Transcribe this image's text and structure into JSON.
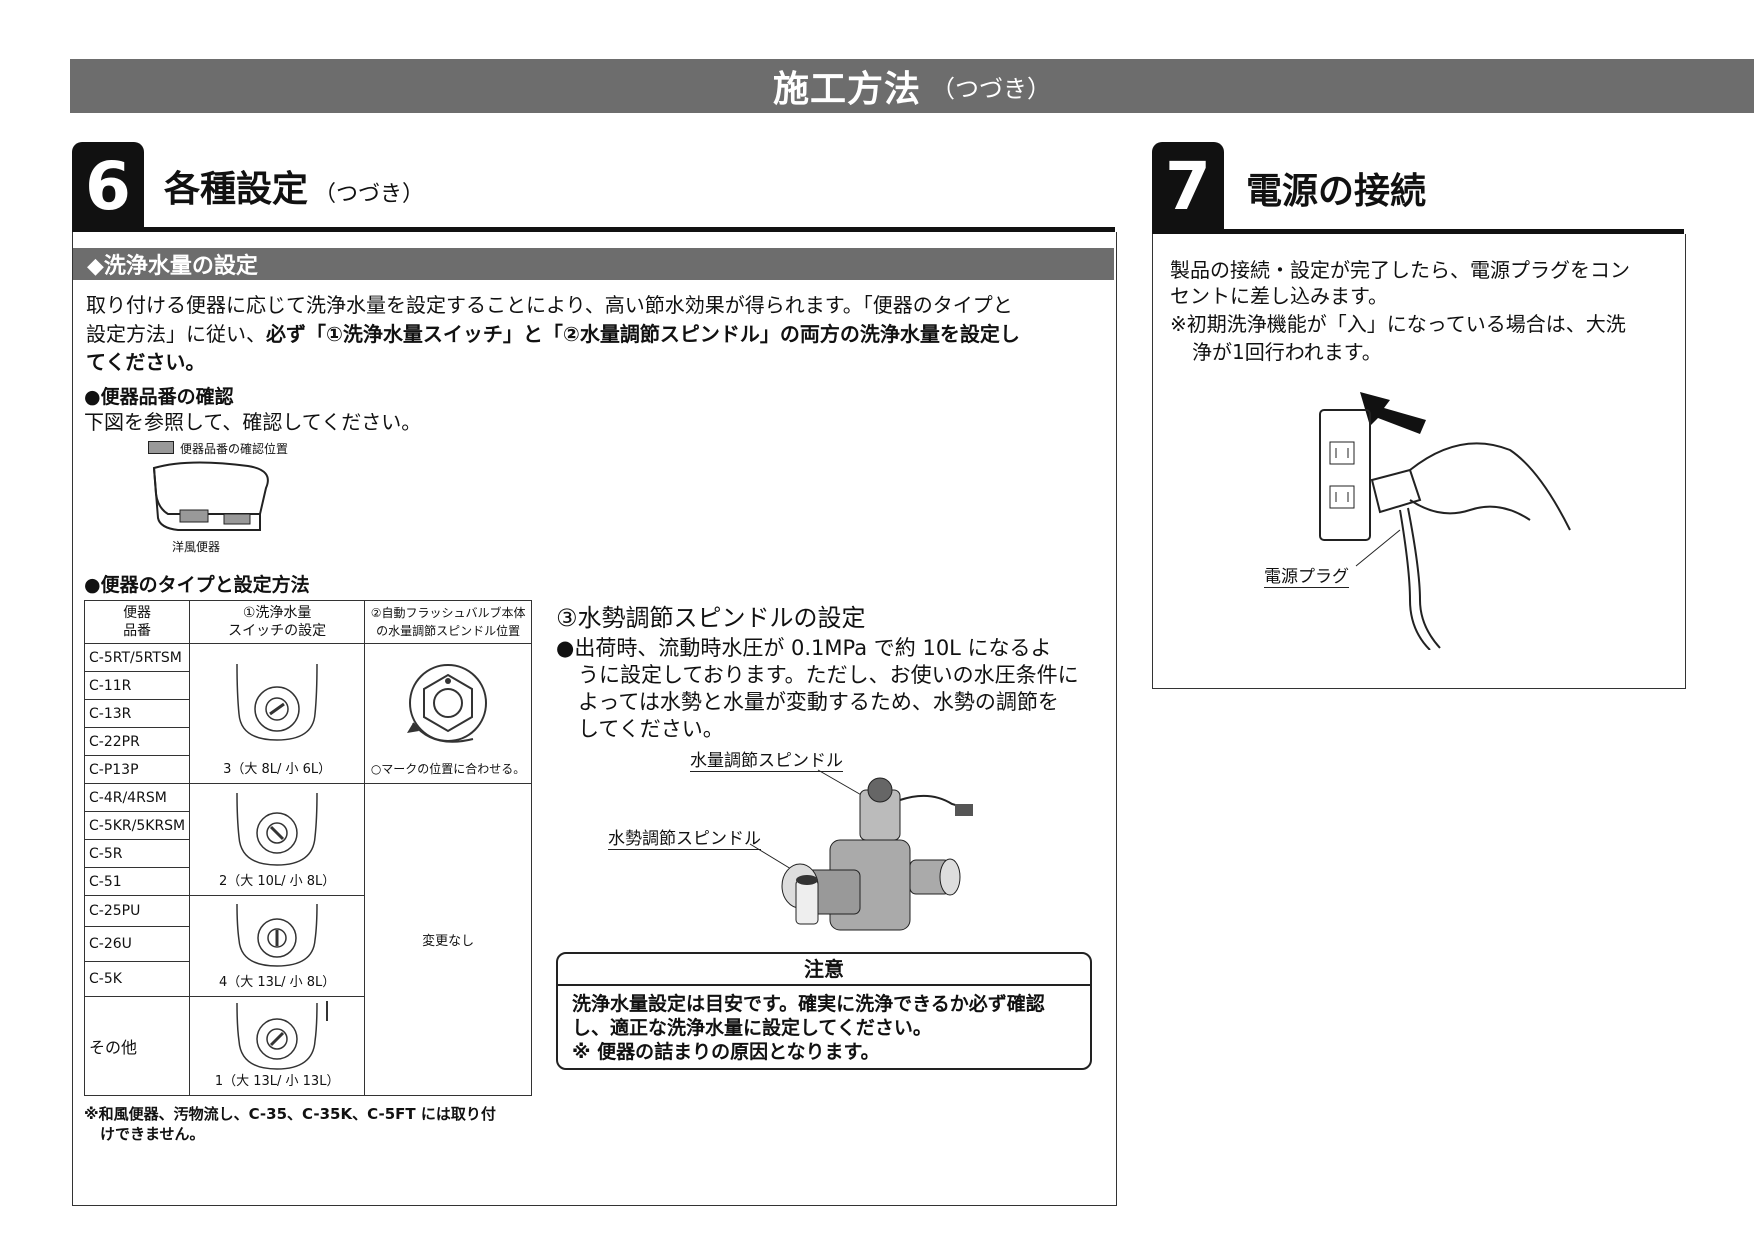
{
  "header": {
    "title": "施工方法",
    "subtitle": "（つづき）"
  },
  "section6": {
    "number": "6",
    "title": "各種設定",
    "subtitle": "（つづき）",
    "bar": "◆洗浄水量の設定",
    "intro_line1": "取り付ける便器に応じて洗浄水量を設定することにより、高い節水効果が得られます。「便器のタイプと",
    "intro_line2_normal": "設定方法」に従い、",
    "intro_line2_bold": "必ず「①洗浄水量スイッチ」と「②水量調節スピンドル」の両方の洗浄水量を設定し",
    "intro_line3_bold": "てください。",
    "check_heading": "●便器品番の確認",
    "check_text": "下図を参照して、確認してください。",
    "legend_label": "便器品番の確認位置",
    "toilet_label": "洋風便器",
    "type_heading": "●便器のタイプと設定方法",
    "table": {
      "head_col1": [
        "便器",
        "品番"
      ],
      "head_col2": [
        "①洗浄水量",
        "スイッチの設定"
      ],
      "head_col3": [
        "②自動フラッシュバルブ本体",
        "の水量調節スピンドル位置"
      ],
      "group1": {
        "codes": [
          "C-5RT/5RTSM",
          "C-11R",
          "C-13R",
          "C-22PR",
          "C-P13P"
        ],
        "setting": "3（大 8L/ 小 6L）",
        "spindle": "○マークの位置に合わせる。"
      },
      "group2": {
        "codes": [
          "C-4R/4RSM",
          "C-5KR/5KRSM",
          "C-5R",
          "C-51"
        ],
        "setting": "2（大 10L/ 小 8L）"
      },
      "group3": {
        "codes": [
          "C-25PU",
          "C-26U",
          "C-5K"
        ],
        "setting": "4（大 13L/ 小 8L）"
      },
      "group4": {
        "codes": [
          "その他"
        ],
        "setting": "1（大 13L/ 小 13L）"
      },
      "no_change": "変更なし"
    },
    "footnote_line1": "※和風便器、汚物流し、C-35、C-35K、C-5FT には取り付",
    "footnote_line2": "けできません。",
    "spindle": {
      "heading": "③水勢調節スピンドルの設定",
      "text_line1": "●出荷時、流動時水圧が 0.1MPa で約 10L になるよ",
      "text_line2": "うに設定しております。ただし、お使いの水圧条件に",
      "text_line3": "よっては水勢と水量が変動するため、水勢の調節を",
      "text_line4": "してください。",
      "label_volume": "水量調節スピンドル",
      "label_force": "水勢調節スピンドル"
    },
    "notice": {
      "title": "注意",
      "line1": "洗浄水量設定は目安です。確実に洗浄できるか必ず確認",
      "line2": "し、適正な洗浄水量に設定してください。",
      "line3": "※ 便器の詰まりの原因となります。"
    }
  },
  "section7": {
    "number": "7",
    "title": "電源の接続",
    "text_line1": "製品の接続・設定が完了したら、電源プラグをコン",
    "text_line2": "セントに差し込みます。",
    "note_line1": "※初期洗浄機能が「入」になっている場合は、大洗",
    "note_line2": "浄が1回行われます。",
    "plug_label": "電源プラグ"
  }
}
